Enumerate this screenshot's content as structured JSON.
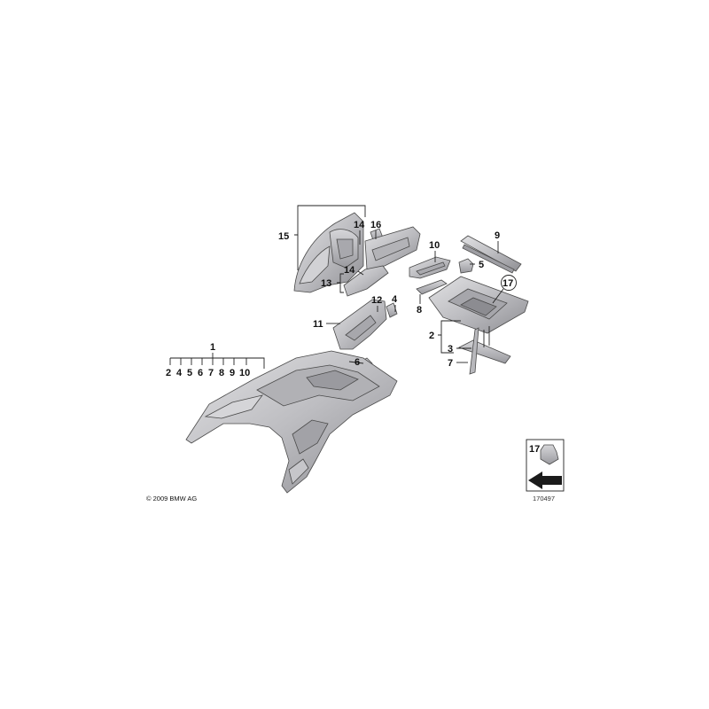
{
  "labels": {
    "l1": "1",
    "l2": "2",
    "l2b": "2",
    "l3": "3",
    "l4": "4",
    "l4b": "4",
    "l5": "5",
    "l5b": "5",
    "l6": "6",
    "l6b": "6",
    "l7": "7",
    "l7b": "7",
    "l8": "8",
    "l8b": "8",
    "l9": "9",
    "l9b": "9",
    "l10": "10",
    "l10b": "10",
    "l11": "11",
    "l12": "12",
    "l13": "13",
    "l14a": "14",
    "l14b": "14",
    "l15": "15",
    "l16": "16",
    "l17": "17",
    "l17b": "17"
  },
  "copyright": "© 2009 BMW AG",
  "image_id": "170497",
  "colors": {
    "metal": "#c9c9cc",
    "metal_dark": "#8f8f94",
    "metal_light": "#e4e4e6",
    "ink": "#111111"
  }
}
